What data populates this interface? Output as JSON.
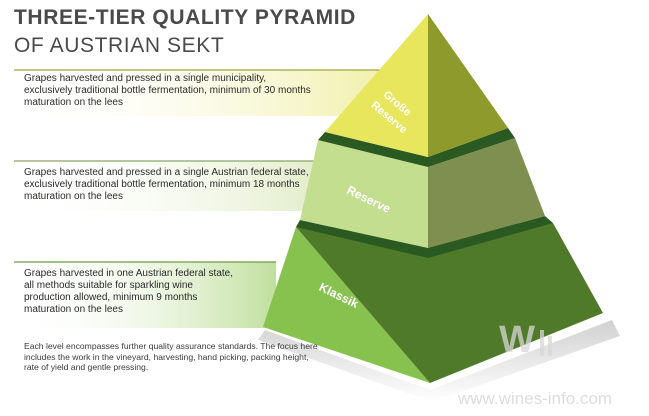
{
  "title": {
    "line1": "THREE-TIER QUALITY PYRAMID",
    "line2": "OF AUSTRIAN SEKT"
  },
  "tiers": [
    {
      "label": "Große Reserve",
      "label_line1": "Große",
      "label_line2": "Reserve",
      "description": "Grapes harvested and pressed in a single municipality, exclusively traditional bottle fermentation, minimum of 30 months maturation on the lees",
      "color_light": "#e7e65d",
      "color_dark": "#8f9a2c"
    },
    {
      "label": "Reserve",
      "description": "Grapes harvested and pressed in a single Austrian federal state, exclusively traditional bottle fermentation, minimum 18 months maturation on the lees",
      "color_light": "#c4de8f",
      "color_dark": "#7f8f4f"
    },
    {
      "label": "Klassik",
      "description": "Grapes harvested in one Austrian federal state, all methods suitable for sparkling wine production allowed, minimum 9 months maturation on the lees",
      "color_light": "#87c24e",
      "color_dark": "#4f7a2a"
    }
  ],
  "note": "Each level encompasses further quality assurance standards. The focus here includes the work in the vineyard, harvesting, hand picking, packing height, rate of yield and gentle pressing.",
  "watermark": {
    "text": "www.wines-info.com",
    "logo_text": "W"
  },
  "colors": {
    "title": "#4a4a4a",
    "separator": "#2a5a22"
  }
}
